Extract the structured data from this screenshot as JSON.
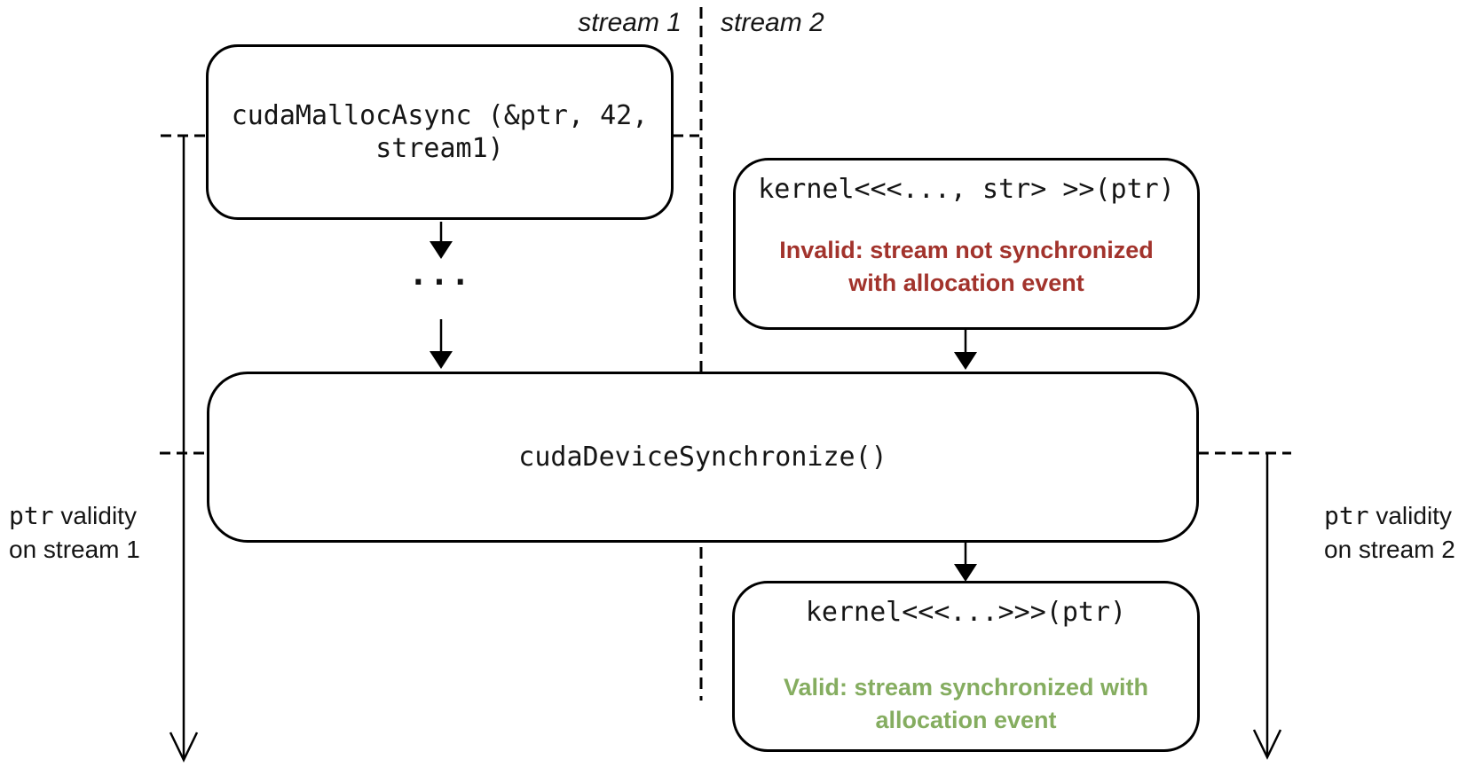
{
  "headers": {
    "stream1": "stream 1",
    "stream2": "stream 2"
  },
  "boxes": {
    "malloc": {
      "lines": [
        "cudaMallocAsync (&ptr, 42,",
        "stream1)"
      ]
    },
    "kernel_invalid": {
      "code": "kernel<<<..., str> >>(ptr)",
      "note_lines": [
        "Invalid: stream not synchronized",
        "with allocation event"
      ]
    },
    "device_sync": {
      "code": "cudaDeviceSynchronize()"
    },
    "kernel_valid": {
      "code": "kernel<<<...>>>(ptr)",
      "note_lines": [
        "Valid: stream synchronized with",
        "allocation event"
      ]
    }
  },
  "connectors": {
    "ellipsis": "..."
  },
  "side_labels": {
    "left": {
      "code": "ptr",
      "rest": " validity",
      "line2": "on stream 1"
    },
    "right": {
      "code": "ptr",
      "rest": " validity",
      "line2": "on stream 2"
    }
  },
  "colors": {
    "invalid": "#A2332C",
    "valid": "#85AD60",
    "stroke": "#000000"
  }
}
